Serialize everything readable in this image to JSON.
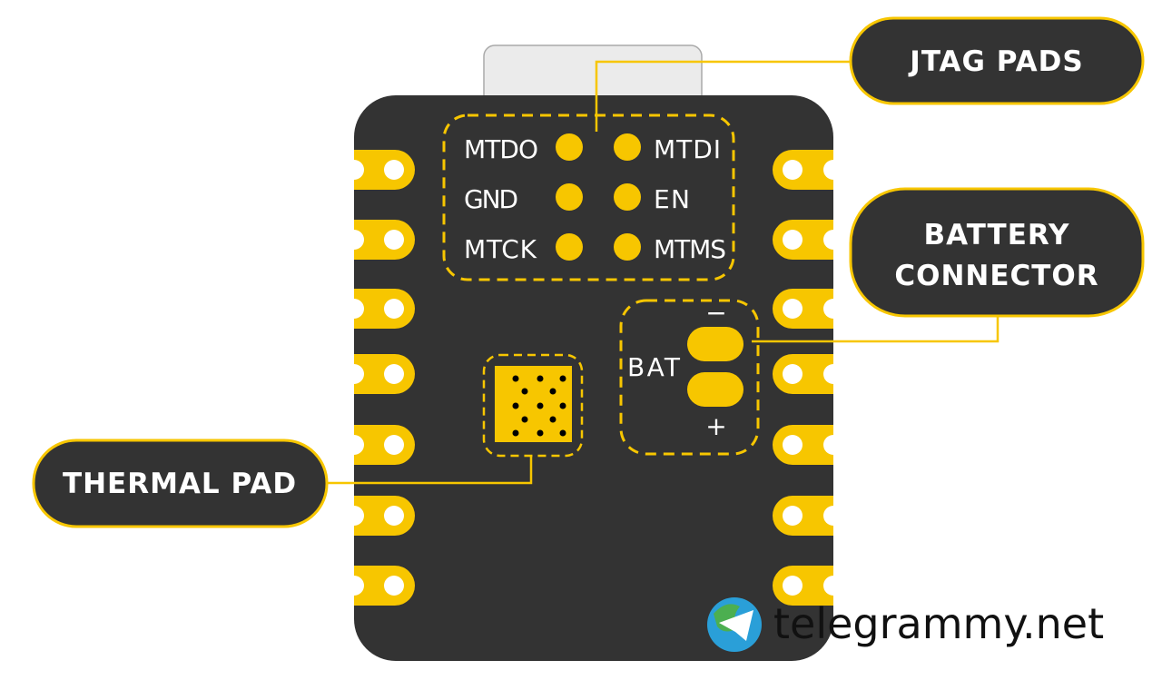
{
  "colors": {
    "board": "#333333",
    "accent": "#f7c600",
    "usb": "#ebebeb",
    "hole": "#ffffff"
  },
  "jtag": {
    "title": "JTAG PADS",
    "left": [
      "MTDO",
      "GND",
      "MTCK"
    ],
    "right": [
      "MTDI",
      "EN",
      "MTMS"
    ]
  },
  "battery": {
    "title_line1": "BATTERY",
    "title_line2": "CONNECTOR",
    "label": "BAT",
    "minus": "−",
    "plus": "+"
  },
  "thermal": {
    "title": "THERMAL PAD"
  },
  "watermark": {
    "text": "telegrammy.net",
    "icon": "telegram-globe-icon"
  }
}
